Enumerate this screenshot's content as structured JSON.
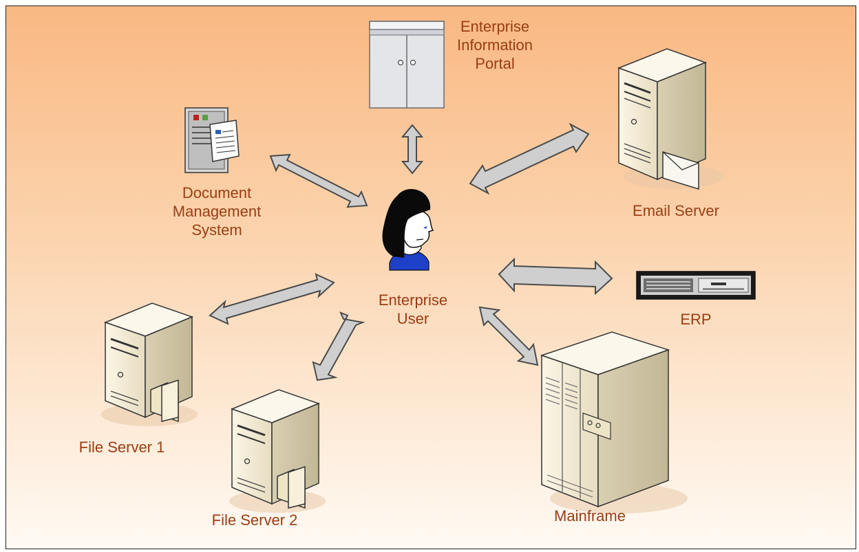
{
  "diagram": {
    "nodes": {
      "portal": {
        "lines": [
          "Enterprise",
          "Information",
          "Portal"
        ],
        "icon": "cabinet-icon"
      },
      "email": {
        "lines": [
          "Email Server"
        ],
        "icon": "email-server-icon"
      },
      "dms": {
        "lines": [
          "Document",
          "Management",
          "System"
        ],
        "icon": "document-system-icon"
      },
      "user": {
        "lines": [
          "Enterprise",
          "User"
        ],
        "icon": "user-head-icon"
      },
      "erp": {
        "lines": [
          "ERP"
        ],
        "icon": "rack-server-icon"
      },
      "fs1": {
        "lines": [
          "File Server 1"
        ],
        "icon": "file-server-icon"
      },
      "fs2": {
        "lines": [
          "File Server 2"
        ],
        "icon": "file-server-icon"
      },
      "mainframe": {
        "lines": [
          "Mainframe"
        ],
        "icon": "mainframe-icon"
      }
    },
    "connections": [
      [
        "user",
        "portal"
      ],
      [
        "user",
        "dms"
      ],
      [
        "user",
        "email"
      ],
      [
        "user",
        "erp"
      ],
      [
        "user",
        "fs1"
      ],
      [
        "user",
        "fs2"
      ],
      [
        "user",
        "mainframe"
      ]
    ],
    "colors": {
      "label": "#9a3d14",
      "arrow_fill": "#cfcfcf",
      "arrow_stroke": "#4a4a4a",
      "background_top": "#f9b883",
      "background_bottom": "#fffaf4"
    }
  }
}
